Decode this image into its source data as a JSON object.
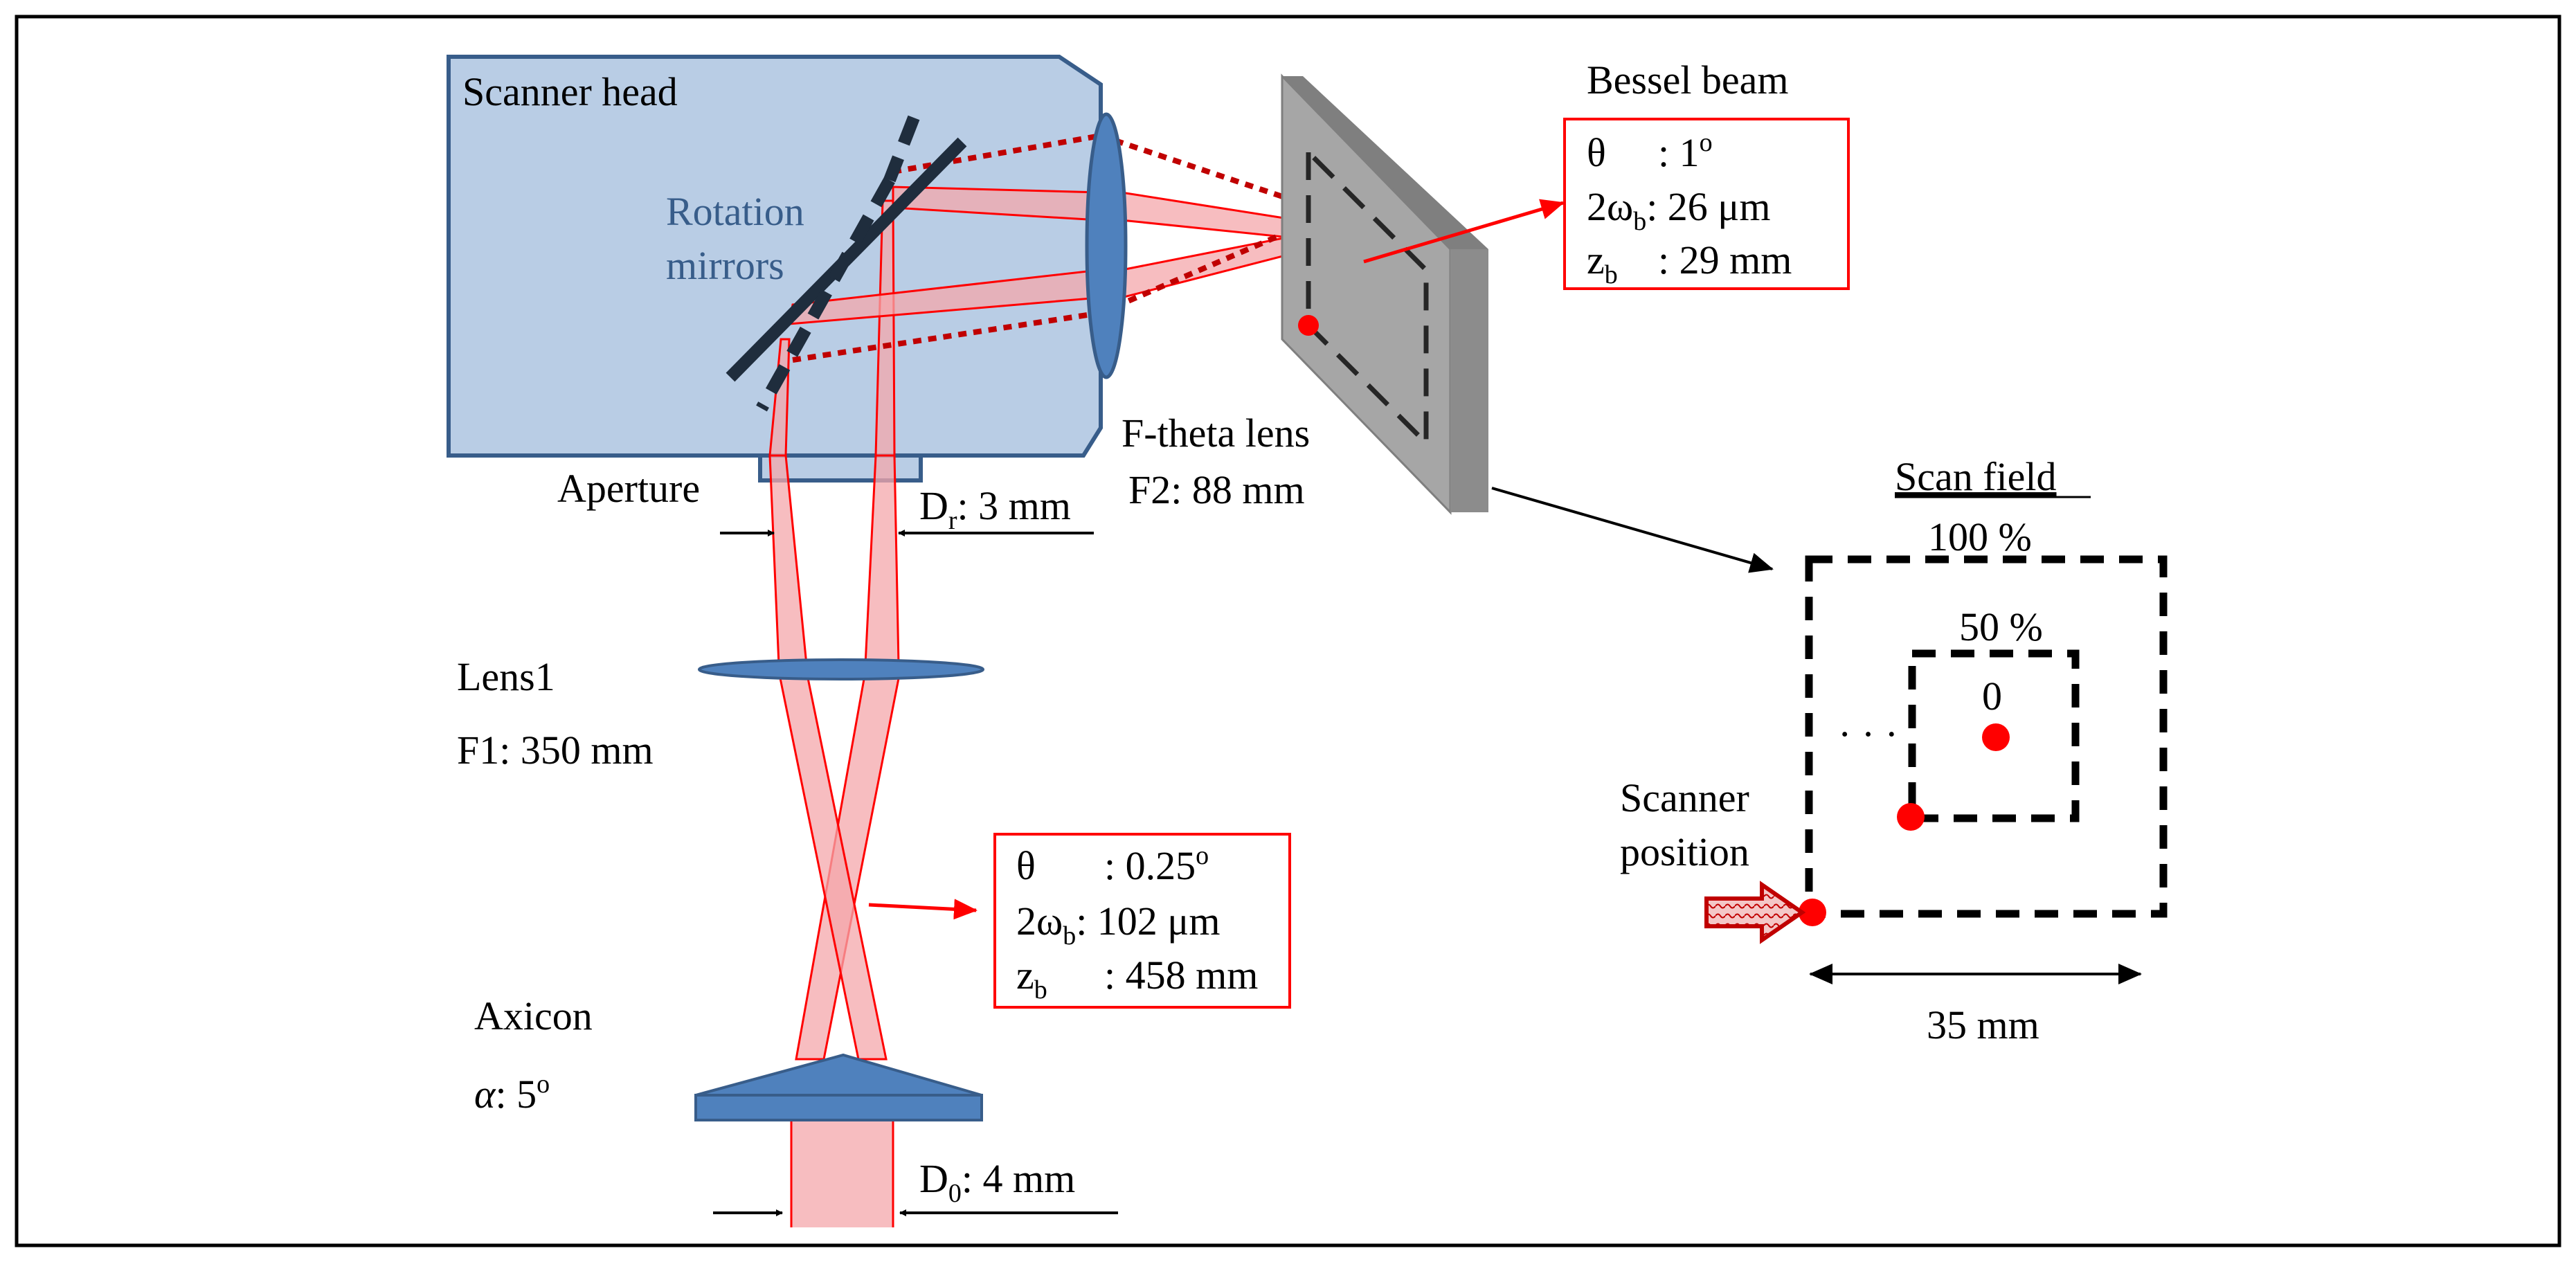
{
  "labels": {
    "scanner_head": "Scanner head",
    "rotation_mirrors_line1": "Rotation",
    "rotation_mirrors_line2": "mirrors",
    "ftheta_lens": "F-theta lens",
    "ftheta_focal": "F2: 88 mm",
    "aperture": "Aperture",
    "aperture_diameter_sym": "D",
    "aperture_diameter_sub": "r",
    "aperture_diameter_val": ": 3 mm",
    "lens1": "Lens1",
    "lens1_focal": "F1: 350 mm",
    "axicon": "Axicon",
    "axicon_angle_sym": "α",
    "axicon_angle_val": ": 5",
    "axicon_angle_sup": "o",
    "input_diameter_sym": "D",
    "input_diameter_sub": "0",
    "input_diameter_val": ": 4 mm",
    "bessel_beam": "Bessel beam",
    "scan_field": "Scan field",
    "scan_100": "100 %",
    "scan_50": "50 %",
    "scan_zero": "0",
    "scan_ellipsis": "· · ·",
    "scanner_position_line1": "Scanner",
    "scanner_position_line2": "position",
    "scan_width": "35 mm"
  },
  "bessel_params": {
    "theta_sym": "θ",
    "theta_val": ": 1",
    "theta_sup": "o",
    "width_sym": "2ω",
    "width_sub": "b",
    "width_val": ": 26 μm",
    "length_sym": "z",
    "length_sub": "b",
    "length_val": ": 29 mm"
  },
  "axicon_params": {
    "theta_sym": "θ",
    "theta_val": ": 0.25",
    "theta_sup": "o",
    "width_sym": "2ω",
    "width_sub": "b",
    "width_val": ": 102 μm",
    "length_sym": "z",
    "length_sub": "b",
    "length_val": ": 458 mm"
  },
  "colors": {
    "beam": "#f0888e",
    "beam_edge": "#ff0000",
    "optic_fill": "#4f81bd",
    "scanner_fill": "#b9cde5",
    "scanner_edge": "#385d8a",
    "sample_fill": "#a6a6a6",
    "marker": "#ff0000"
  }
}
